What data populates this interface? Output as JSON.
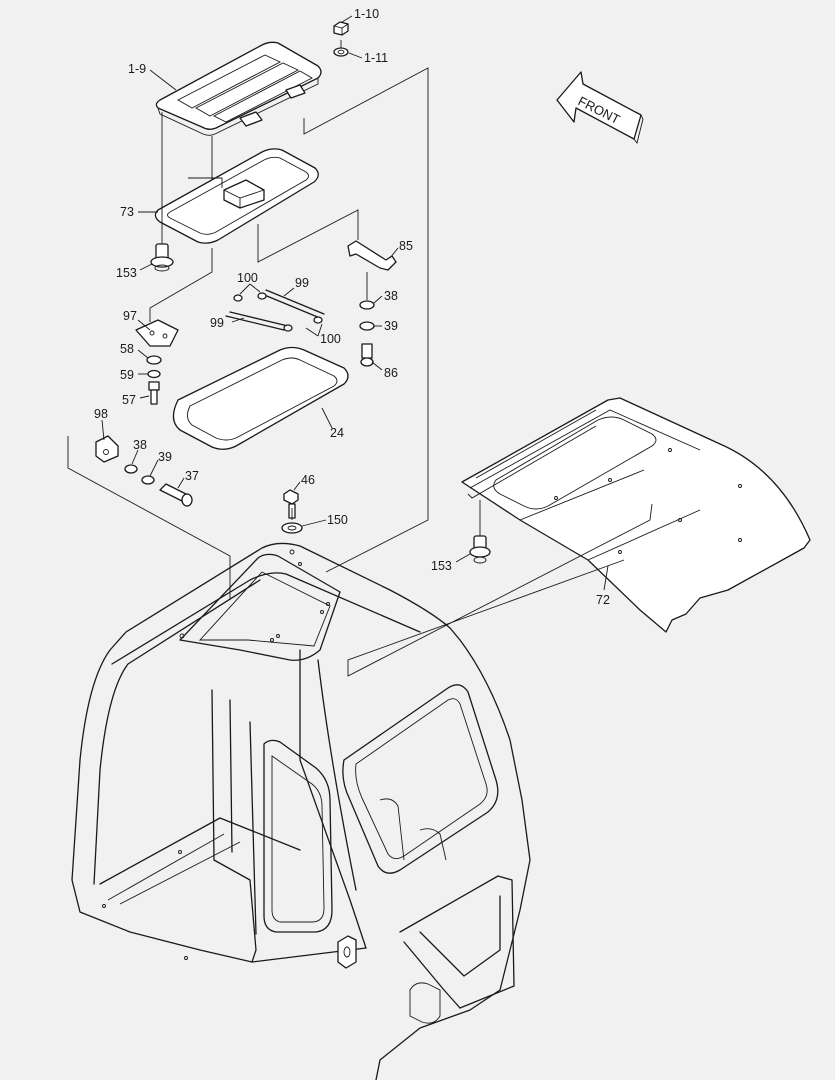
{
  "diagram": {
    "direction_label": "FRONT",
    "part_labels": [
      "1-10",
      "1-11",
      "1-9",
      "73",
      "153",
      "85",
      "100",
      "99",
      "99",
      "100",
      "97",
      "38",
      "39",
      "58",
      "59",
      "86",
      "57",
      "24",
      "98",
      "38",
      "39",
      "37",
      "46",
      "150",
      "153",
      "72"
    ]
  }
}
